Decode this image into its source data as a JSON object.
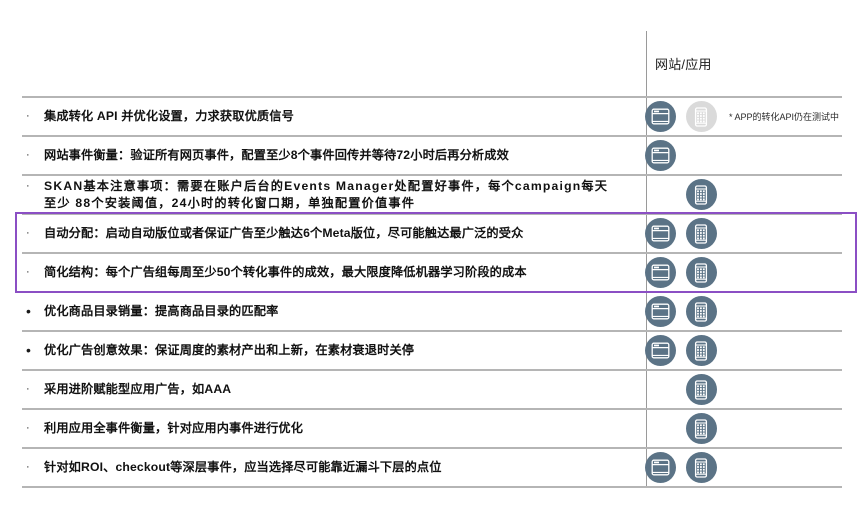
{
  "header": {
    "column_label": "网站/应用"
  },
  "footnote": {
    "text": "* APP的转化API仍在测试中"
  },
  "icons": {
    "web": "browser-window-icon",
    "app": "mobile-app-icon"
  },
  "colors": {
    "icon_active": "#5b7386",
    "icon_inactive": "#dadada",
    "highlight_border": "#8b4fc4",
    "row_rule": "#b5b5b5",
    "divider": "#9a9a9a",
    "text": "#111111"
  },
  "rows": [
    {
      "bullet": "·",
      "lines": [
        "集成转化 API 并优化设置，力求获取优质信号"
      ],
      "web": "active",
      "app": "inactive",
      "note": "* APP的转化API仍在测试中",
      "spaced": false,
      "highlighted": false
    },
    {
      "bullet": "·",
      "lines": [
        "网站事件衡量：验证所有网页事件，配置至少8个事件回传并等待72小时后再分析成效"
      ],
      "web": "active",
      "app": "none",
      "note": "",
      "spaced": false,
      "highlighted": false
    },
    {
      "bullet": "·",
      "lines": [
        "SKAN基本注意事项：需要在账户后台的Events Manager处配置好事件，每个campaign每天",
        "至少 88个安装阈值，24小时的转化窗口期，单独配置价值事件"
      ],
      "web": "none",
      "app": "active",
      "note": "",
      "spaced": true,
      "highlighted": false
    },
    {
      "bullet": "·",
      "lines": [
        "自动分配：启动自动版位或者保证广告至少触达6个Meta版位，尽可能触达最广泛的受众"
      ],
      "web": "active",
      "app": "active",
      "note": "",
      "spaced": false,
      "highlighted": true
    },
    {
      "bullet": "·",
      "lines": [
        "简化结构：每个广告组每周至少50个转化事件的成效，最大限度降低机器学习阶段的成本"
      ],
      "web": "active",
      "app": "active",
      "note": "",
      "spaced": false,
      "highlighted": true
    },
    {
      "bullet": "•",
      "lines": [
        "优化商品目录销量：提高商品目录的匹配率"
      ],
      "web": "active",
      "app": "active",
      "note": "",
      "spaced": false,
      "highlighted": false
    },
    {
      "bullet": "•",
      "lines": [
        "优化广告创意效果：保证周度的素材产出和上新，在素材衰退时关停"
      ],
      "web": "active",
      "app": "active",
      "note": "",
      "spaced": false,
      "highlighted": false
    },
    {
      "bullet": "·",
      "lines": [
        "采用进阶赋能型应用广告，如AAA"
      ],
      "web": "none",
      "app": "active",
      "note": "",
      "spaced": false,
      "highlighted": false
    },
    {
      "bullet": "·",
      "lines": [
        "利用应用全事件衡量，针对应用内事件进行优化"
      ],
      "web": "none",
      "app": "active",
      "note": "",
      "spaced": false,
      "highlighted": false
    },
    {
      "bullet": "·",
      "lines": [
        "针对如ROI、checkout等深层事件，应当选择尽可能靠近漏斗下层的点位"
      ],
      "web": "active",
      "app": "active",
      "note": "",
      "spaced": false,
      "highlighted": false
    }
  ]
}
